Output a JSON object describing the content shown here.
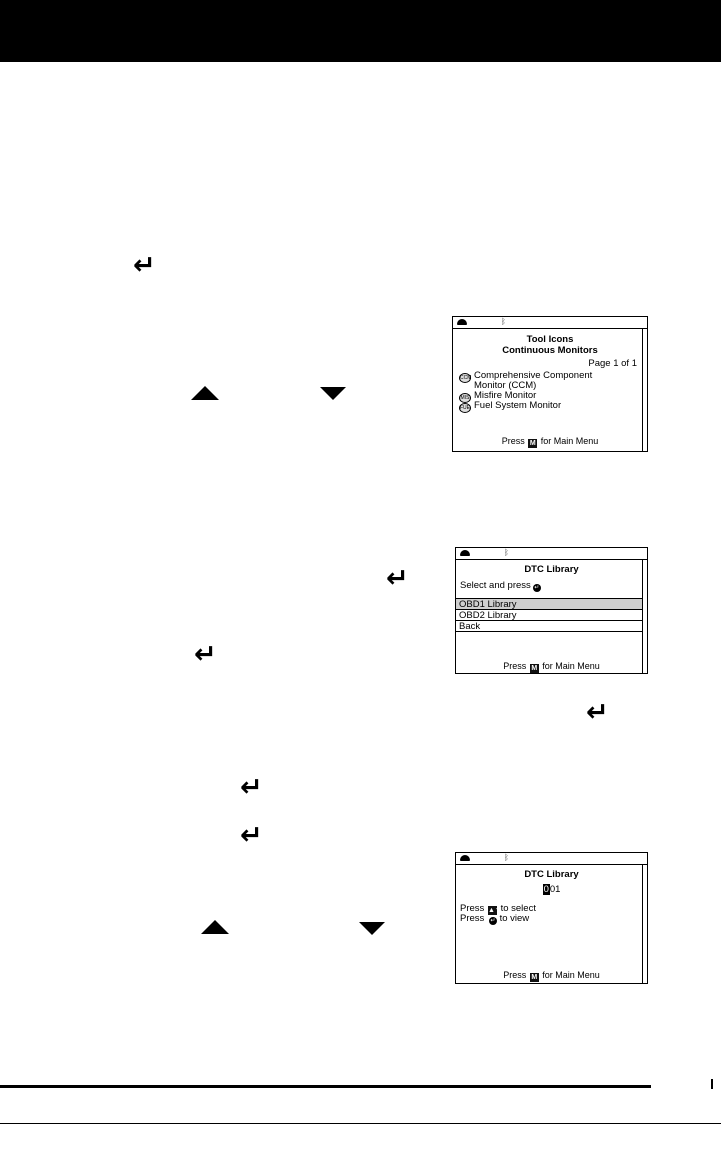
{
  "screen1": {
    "title_line1": "Tool Icons",
    "title_line2": "Continuous Monitors",
    "page_indicator": "Page 1 of 1",
    "items": [
      {
        "icon": "ccm-icon",
        "line1": "Comprehensive Component",
        "line2": "Monitor (CCM)"
      },
      {
        "icon": "misfire-icon",
        "line1": "Misfire Monitor"
      },
      {
        "icon": "fuel-icon",
        "line1": "Fuel System Monitor"
      }
    ],
    "footer_prefix": "Press",
    "footer_key": "M",
    "footer_suffix": "for Main Menu"
  },
  "screen2": {
    "title": "DTC Library",
    "instruction": "Select and press",
    "menu": [
      "OBD1 Library",
      "OBD2 Library",
      "Back"
    ],
    "selected_index": 0,
    "footer_prefix": "Press",
    "footer_key": "M",
    "footer_suffix": "for Main Menu"
  },
  "screen3": {
    "title": "DTC Library",
    "code_cursor": "0",
    "code_rest": "01",
    "line1_prefix": "Press",
    "line1_suffix": "to select",
    "line2_prefix": "Press",
    "line2_suffix": "to view",
    "footer_prefix": "Press",
    "footer_key": "M",
    "footer_suffix": "for Main Menu"
  },
  "icons": {
    "enter": "enter-key-icon",
    "up": "up-arrow-icon",
    "down": "down-arrow-icon",
    "bluetooth": "bluetooth-icon",
    "vehicle": "vehicle-icon"
  }
}
